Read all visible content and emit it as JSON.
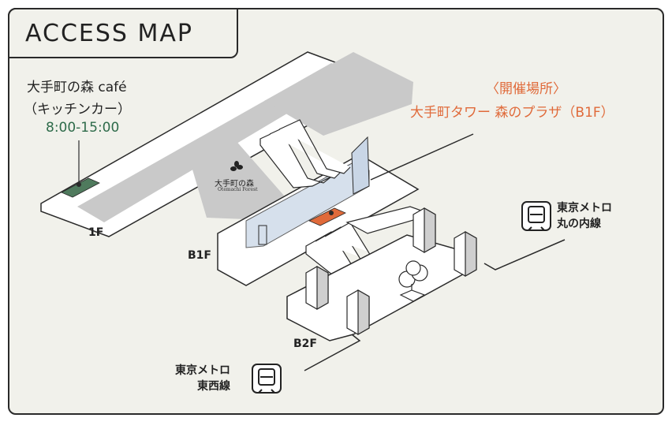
{
  "title": "ACCESS MAP",
  "cafe": {
    "name": "大手町の森 café",
    "subtitle": "（キッチンカー）",
    "hours": "8:00-15:00"
  },
  "venue": {
    "label": "〈開催場所〉",
    "name": "大手町タワー 森のプラザ（B1F）"
  },
  "floors": {
    "f1": "1F",
    "b1": "B1F",
    "b2": "B2F"
  },
  "brand": {
    "name": "大手町の森",
    "sub": "Otemachi Forest"
  },
  "stations": {
    "marunouchi_line1": "東京メトロ",
    "marunouchi_line2": "丸の内線",
    "tozai_line1": "東京メトロ",
    "tozai_line2": "東西線"
  },
  "colors": {
    "cafe_marker": "#4f7a5d",
    "venue_marker": "#e06a3a",
    "venue_text": "#e06a3a",
    "hours_text": "#2e6b4a",
    "glass": "#c9d6e6"
  }
}
